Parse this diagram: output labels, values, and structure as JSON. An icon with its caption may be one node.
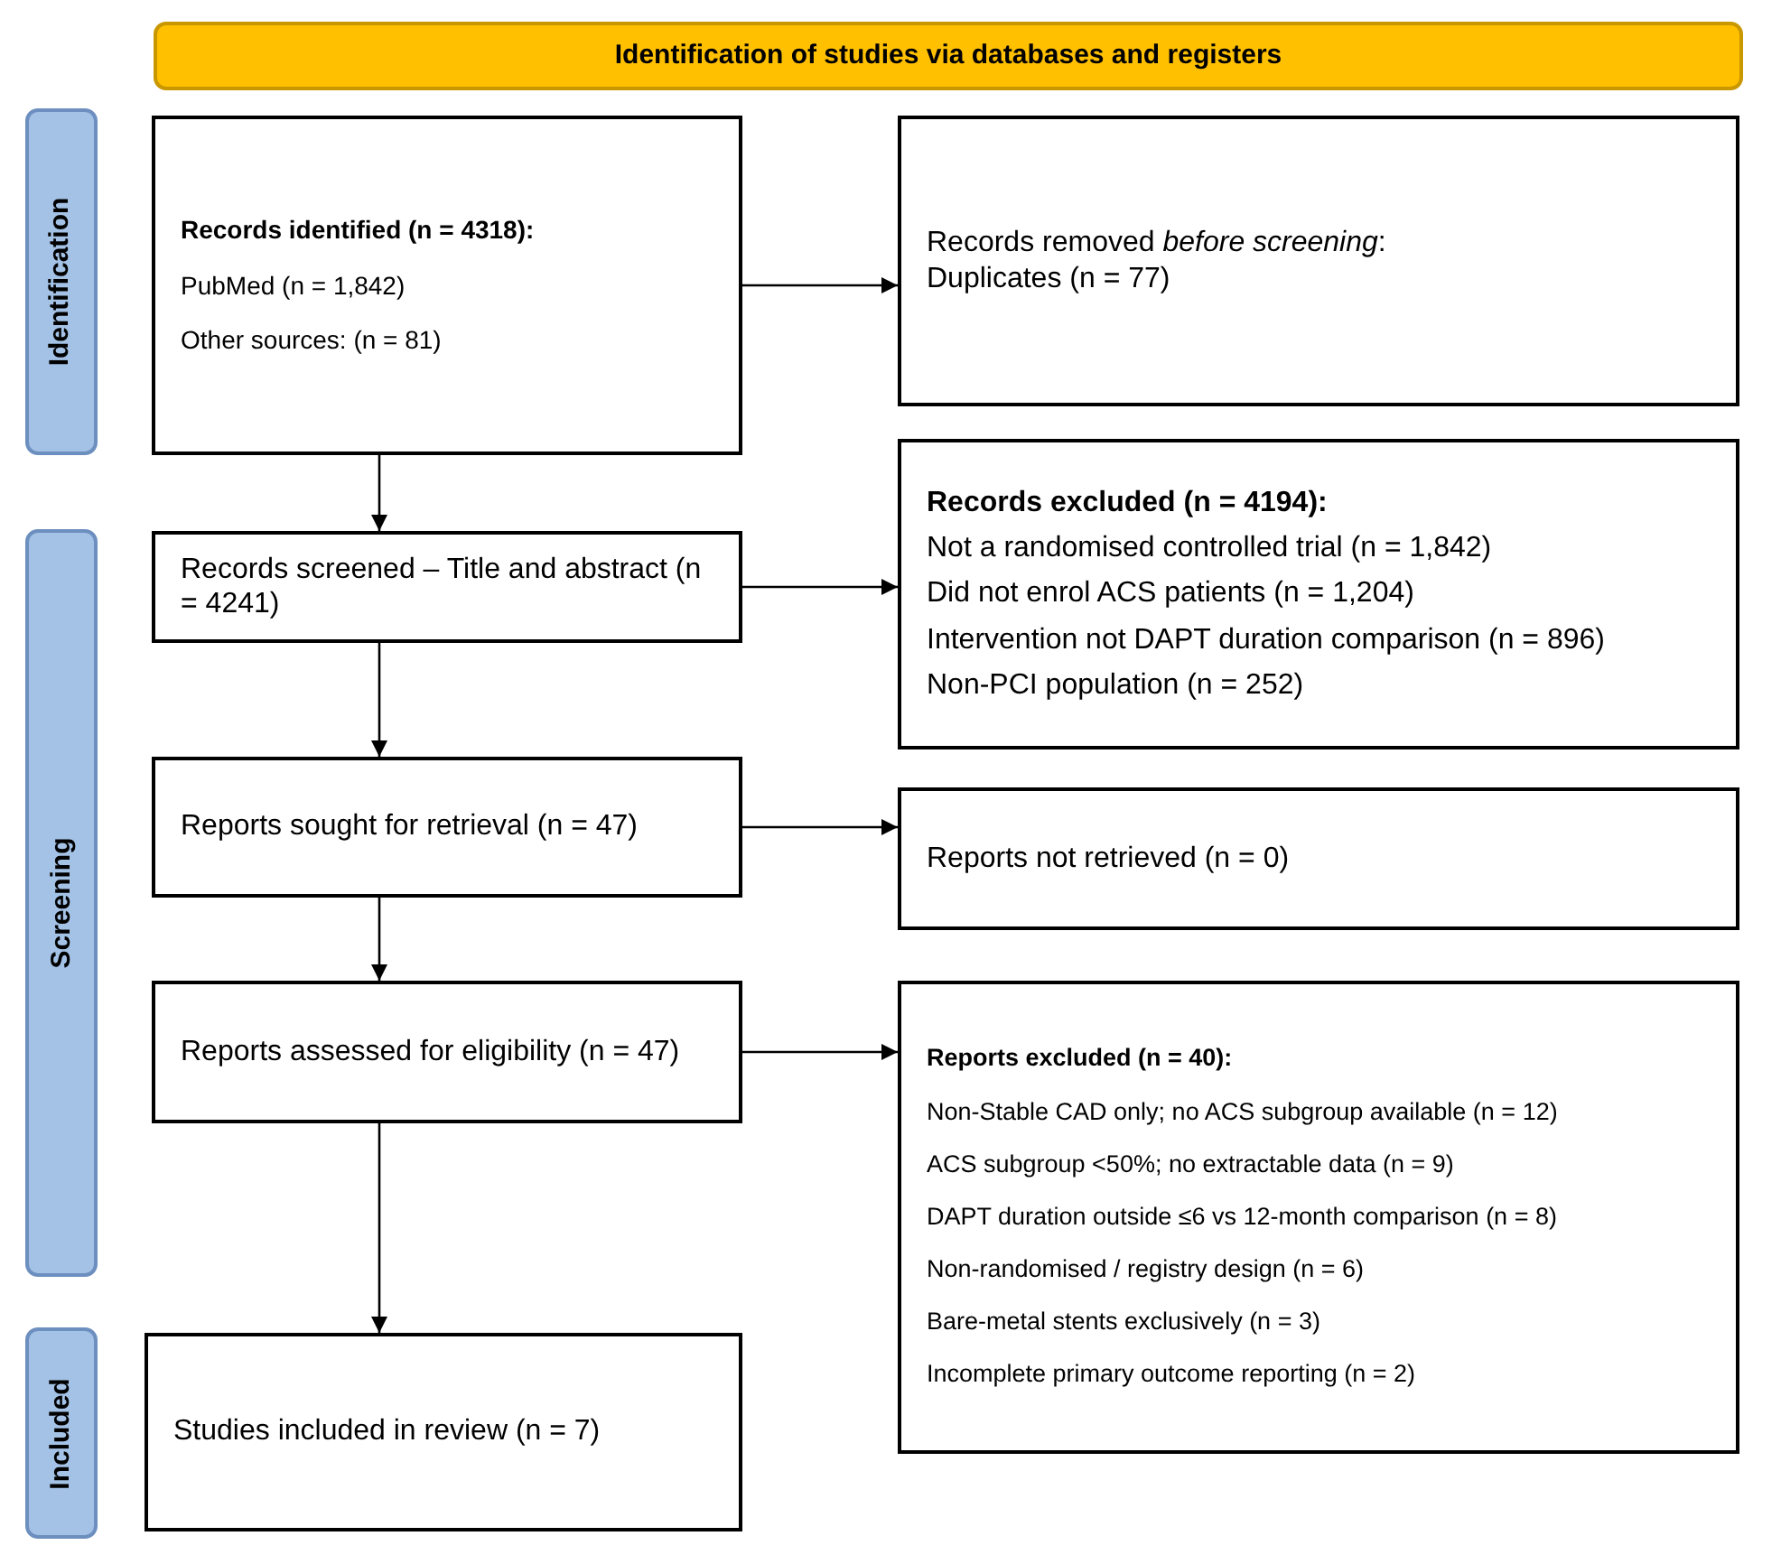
{
  "diagram": {
    "nodes": [
      {
        "text": [
          "Identification of studies via databases and registers"
        ]
      },
      {
        "text": [
          "Identification"
        ]
      },
      {
        "text": [
          "Records identified (n = 4318):",
          "PubMed (n = 1,842)",
          "Other sources: (n = 81)"
        ]
      },
      {
        "text": [
          "Records removed *before screening*:",
          "Duplicates (n = 77)"
        ]
      },
      {
        "text": [
          "Screening"
        ]
      },
      {
        "text": [
          "Records screened – Title and abstract (n = 4241)"
        ]
      },
      {
        "text": [
          "Records excluded (n = 4194):",
          "Not a randomised controlled trial (n = 1,842)",
          "Did not enrol ACS patients (n = 1,204)",
          "Intervention not DAPT duration comparison (n = 896)",
          "Non-PCI population (n = 252)"
        ]
      },
      {
        "text": [
          "Reports sought for retrieval (n = 47)"
        ]
      },
      {
        "text": [
          "Reports not retrieved (n = 0)"
        ]
      },
      {
        "text": [
          "Reports assessed for eligibility (n = 47)"
        ]
      },
      {
        "text": [
          "Reports excluded (n = 40):",
          "Non-Stable CAD only; no ACS subgroup available (n = 12)",
          "ACS subgroup <50%; no extractable data (n = 9)",
          "DAPT duration outside ≤6 vs 12-month comparison (n = 8)",
          "Non-randomised / registry design (n = 6)",
          "Bare-metal stents exclusively (n = 3)",
          "Incomplete primary outcome reporting (n = 2)"
        ]
      },
      {
        "text": [
          "Included"
        ]
      },
      {
        "text": [
          "Studies included in review (n = 7)"
        ]
      }
    ],
    "edges": [
      {
        "from": 2,
        "to": 3,
        "arrow": "to"
      },
      {
        "from": 2,
        "to": 5,
        "arrow": "to"
      },
      {
        "from": 5,
        "to": 6,
        "arrow": "to"
      },
      {
        "from": 5,
        "to": 7,
        "arrow": "to"
      },
      {
        "from": 7,
        "to": 8,
        "arrow": "to"
      },
      {
        "from": 7,
        "to": 9,
        "arrow": "to"
      },
      {
        "from": 9,
        "to": 10,
        "arrow": "to"
      },
      {
        "from": 9,
        "to": 12,
        "arrow": "to"
      }
    ]
  }
}
